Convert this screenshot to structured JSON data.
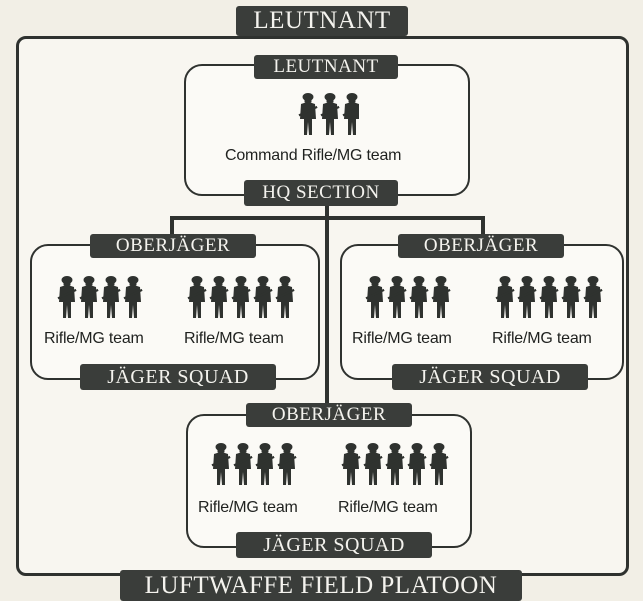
{
  "title": "LEUTNANT",
  "footer": "LUFTWAFFE FIELD PLATOON",
  "hq": {
    "leader": "LEUTNANT",
    "team": "Command Rifle/MG team",
    "section": "HQ SECTION"
  },
  "squads": [
    {
      "leader": "OBERJÄGER",
      "team_a": "Rifle/MG team",
      "team_b": "Rifle/MG team",
      "name": "JÄGER SQUAD"
    },
    {
      "leader": "OBERJÄGER",
      "team_a": "Rifle/MG team",
      "team_b": "Rifle/MG team",
      "name": "JÄGER SQUAD"
    },
    {
      "leader": "OBERJÄGER",
      "team_a": "Rifle/MG team",
      "team_b": "Rifle/MG team",
      "name": "JÄGER SQUAD"
    }
  ],
  "colors": {
    "ink": "#2f322f",
    "tab": "#3a3d3a",
    "paper": "#f2efe6"
  },
  "icons": [
    "soldier-icon"
  ]
}
